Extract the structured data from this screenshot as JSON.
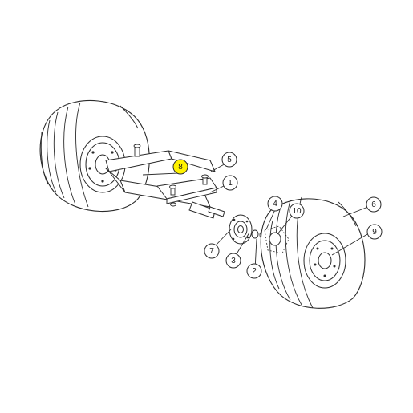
{
  "diagram": {
    "callouts": [
      {
        "id": "c1",
        "label": "1",
        "highlight": false
      },
      {
        "id": "c2",
        "label": "2",
        "highlight": false
      },
      {
        "id": "c3",
        "label": "3",
        "highlight": false
      },
      {
        "id": "c4",
        "label": "4",
        "highlight": false
      },
      {
        "id": "c5",
        "label": "5",
        "highlight": false
      },
      {
        "id": "c6",
        "label": "6",
        "highlight": false
      },
      {
        "id": "c7",
        "label": "7",
        "highlight": false
      },
      {
        "id": "c8",
        "label": "8",
        "highlight": true
      },
      {
        "id": "c9",
        "label": "9",
        "highlight": false
      },
      {
        "id": "c10",
        "label": "10",
        "highlight": false
      }
    ],
    "highlight_color": "#fff200",
    "line_color": "#2b2b2b"
  }
}
